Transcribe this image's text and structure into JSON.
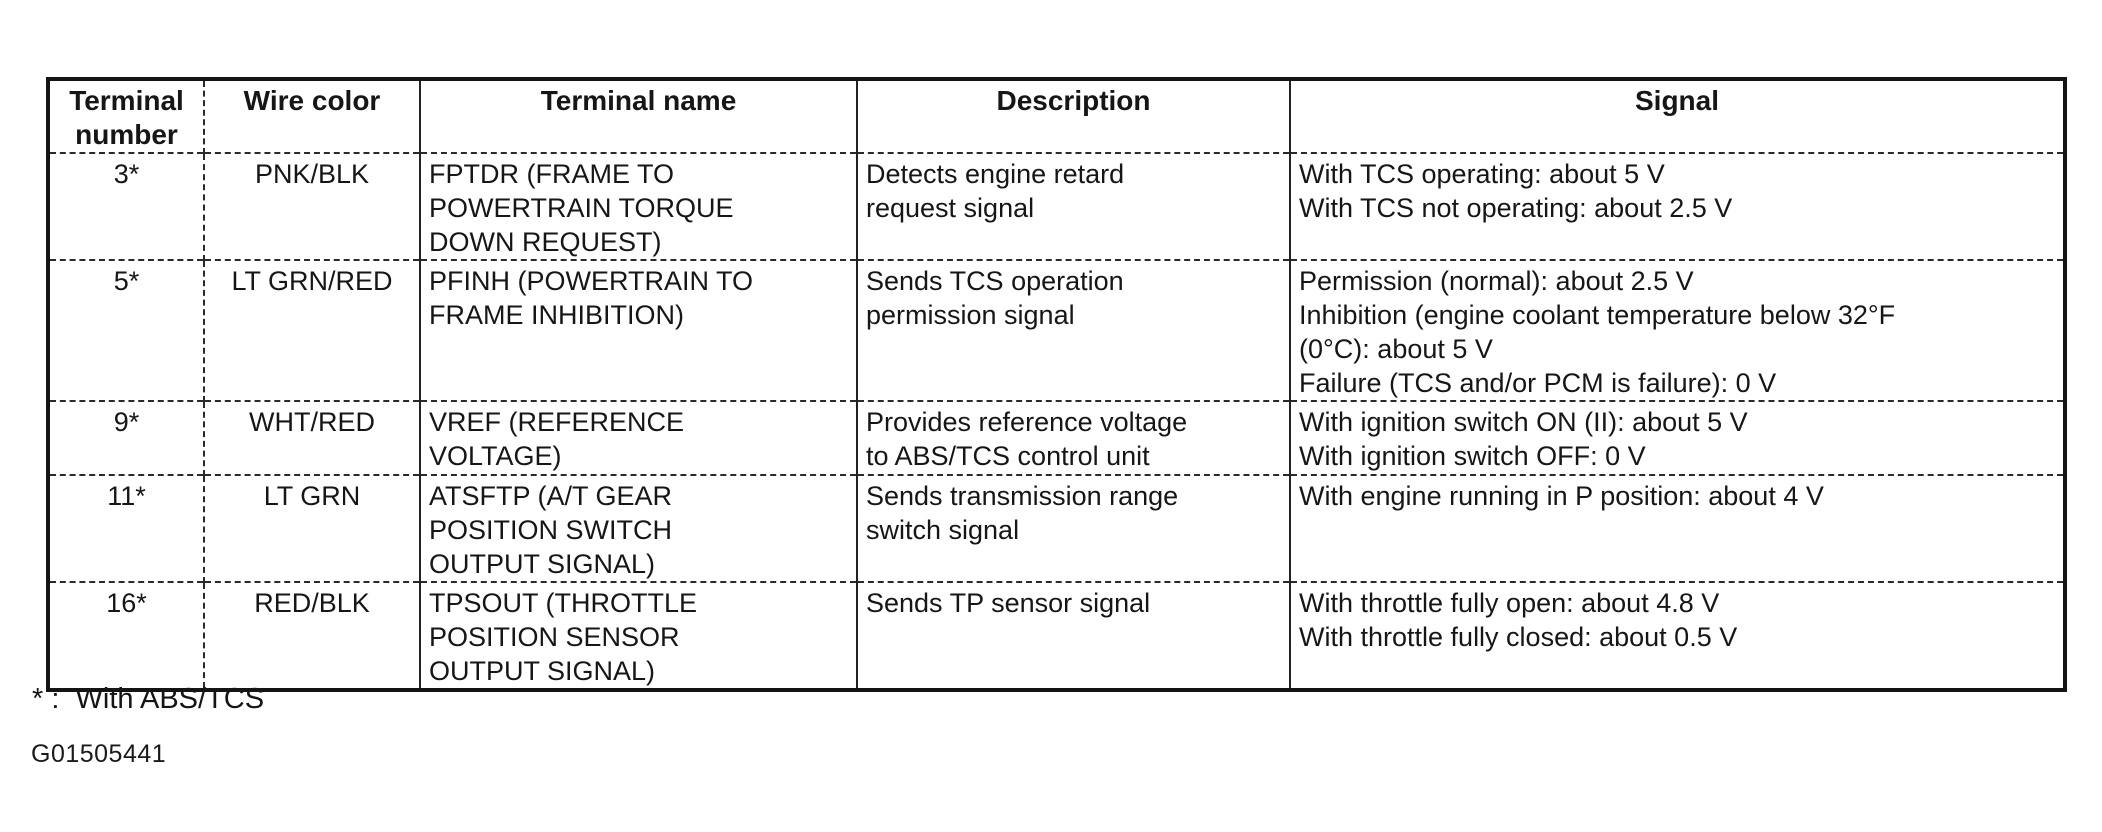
{
  "table": {
    "headers": {
      "terminal_number": "Terminal\nnumber",
      "wire_color": "Wire color",
      "terminal_name": "Terminal name",
      "description": "Description",
      "signal": "Signal"
    },
    "rows": [
      {
        "terminal": "3*",
        "wire_color": "PNK/BLK",
        "terminal_name": "FPTDR (FRAME TO\nPOWERTRAIN TORQUE\nDOWN REQUEST)",
        "description": "Detects engine retard\nrequest signal",
        "signal": "With TCS operating: about 5 V\nWith TCS not operating: about 2.5 V"
      },
      {
        "terminal": "5*",
        "wire_color": "LT GRN/RED",
        "terminal_name": "PFINH (POWERTRAIN TO\nFRAME INHIBITION)",
        "description": "Sends TCS operation\npermission signal",
        "signal": "Permission (normal): about 2.5 V\nInhibition (engine coolant temperature below 32°F\n(0°C): about 5 V\nFailure (TCS and/or PCM is failure): 0 V"
      },
      {
        "terminal": "9*",
        "wire_color": "WHT/RED",
        "terminal_name": "VREF (REFERENCE\nVOLTAGE)",
        "description": "Provides reference voltage\nto ABS/TCS control unit",
        "signal": "With ignition switch ON (II): about 5 V\nWith ignition switch OFF: 0 V"
      },
      {
        "terminal": "11*",
        "wire_color": "LT GRN",
        "terminal_name": "ATSFTP (A/T GEAR\nPOSITION SWITCH\nOUTPUT SIGNAL)",
        "description": "Sends transmission range\nswitch signal",
        "signal": "With engine running in P position: about 4 V"
      },
      {
        "terminal": "16*",
        "wire_color": "RED/BLK",
        "terminal_name": "TPSOUT (THROTTLE\nPOSITION SENSOR\nOUTPUT SIGNAL)",
        "description": "Sends TP sensor signal",
        "signal": "With throttle fully open: about 4.8 V\nWith throttle fully closed: about 0.5 V"
      }
    ]
  },
  "footnote": "* :  With ABS/TCS",
  "figure_id": "G01505441",
  "colors": {
    "ink": "#161616",
    "paper": "#ffffff"
  }
}
